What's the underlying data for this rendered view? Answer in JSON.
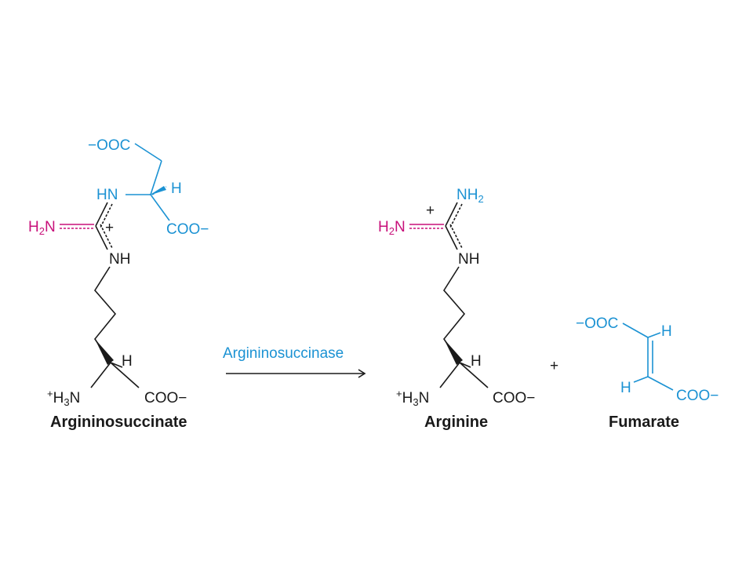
{
  "reaction": {
    "enzyme": "Argininosuccinase",
    "plus_sign": "+"
  },
  "argininosuccinate": {
    "name": "Argininosuccinate",
    "carboxylate_top": "−OOC",
    "hn": "HN",
    "h_alpha_succ": "H",
    "coo_succ": "COO−",
    "h2n": "H2N",
    "charge": "+",
    "nh": "NH",
    "h_alpha": "H",
    "amino": "+H3N",
    "coo": "COO−"
  },
  "arginine": {
    "name": "Arginine",
    "nh2": "NH2",
    "charge": "+",
    "h2n": "H2N",
    "nh": "NH",
    "h_alpha": "H",
    "amino": "+H3N",
    "coo": "COO−"
  },
  "fumarate": {
    "name": "Fumarate",
    "carboxylate_left": "−OOC",
    "h_top": "H",
    "h_bottom": "H",
    "carboxylate_right": "COO−"
  },
  "colors": {
    "black": "#1a1a1a",
    "blue": "#1b92d3",
    "magenta": "#c8107a"
  }
}
